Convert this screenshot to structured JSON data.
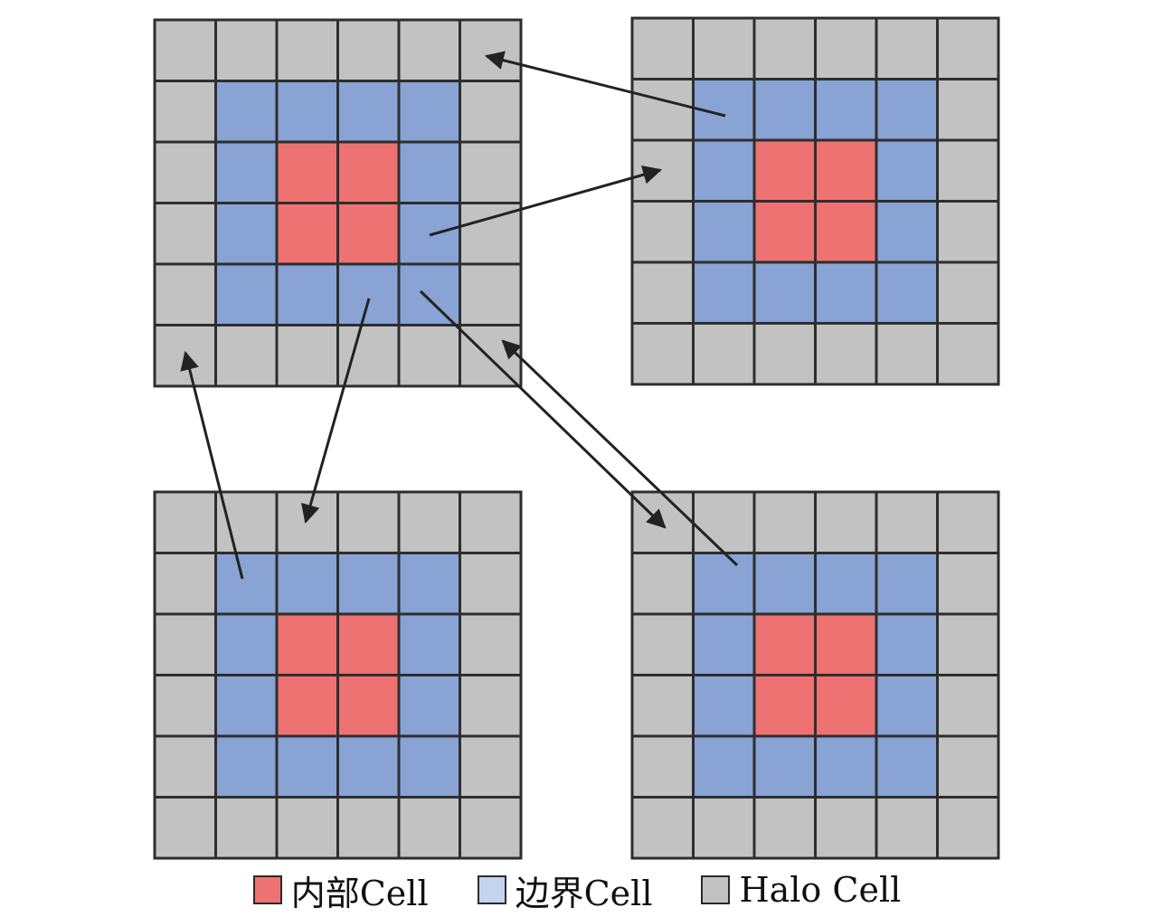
{
  "colors": {
    "interior": "#ee7272",
    "boundary": "#88a3d4",
    "halo": "#c2c2c2",
    "legend_boundary": "#c4d3ee",
    "grid_line": "#2e2e2e",
    "arrow": "#222222"
  },
  "grid": {
    "rows": 6,
    "cols": 6
  },
  "subdomains": [
    {
      "name": "top-left"
    },
    {
      "name": "top-right"
    },
    {
      "name": "bottom-left"
    },
    {
      "name": "bottom-right"
    }
  ],
  "legend": [
    {
      "key": "interior",
      "label": "内部Cell"
    },
    {
      "key": "boundary",
      "label": "边界Cell"
    },
    {
      "key": "halo",
      "label": "Halo Cell"
    }
  ]
}
